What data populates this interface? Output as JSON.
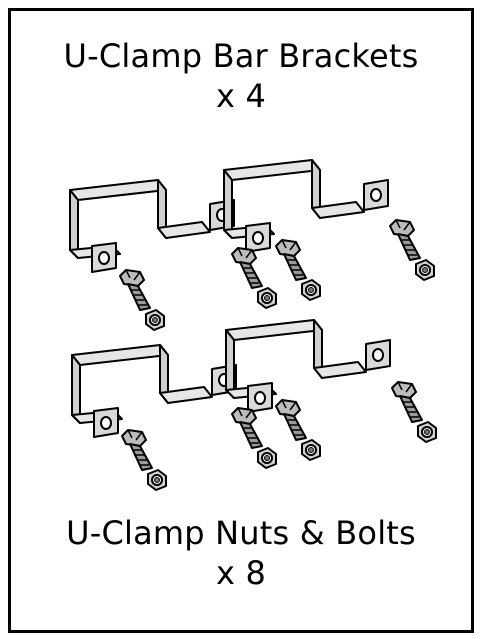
{
  "top_caption": {
    "title": "U-Clamp Bar Brackets",
    "quantity": "x 4"
  },
  "bottom_caption": {
    "title": "U-Clamp Nuts & Bolts",
    "quantity": "x 8"
  },
  "parts": {
    "bracket_count": 4,
    "bolt_count": 8,
    "nut_count": 8
  },
  "colors": {
    "outline": "#000000",
    "bracket_fill": "#d9d9d9",
    "bolt_fill": "#bcbcbc"
  }
}
